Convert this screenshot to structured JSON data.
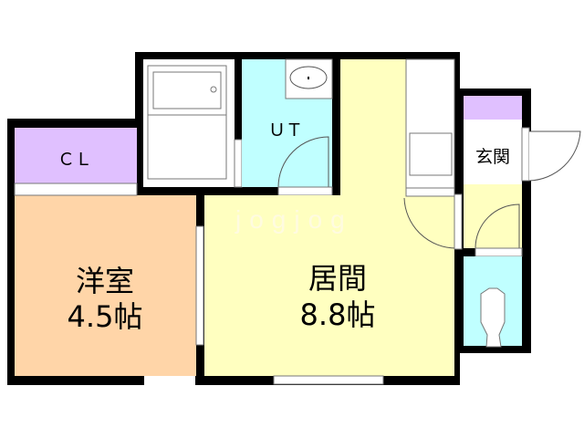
{
  "rooms": {
    "closet": {
      "label": "ＣＬ",
      "color": "#e0c0ff"
    },
    "western_room": {
      "name": "洋室",
      "size": "4.5帖",
      "color": "#ffd5a8"
    },
    "utility": {
      "label": "ＵＴ",
      "color": "#c0ffff"
    },
    "living": {
      "name": "居間",
      "size": "8.8帖",
      "color": "#ffffc0"
    },
    "entrance": {
      "label": "玄関"
    },
    "toilet": {
      "color": "#c0ffff"
    }
  },
  "watermark": "jogjog",
  "colors": {
    "wall": "#000000",
    "fixture_line": "#555555"
  }
}
